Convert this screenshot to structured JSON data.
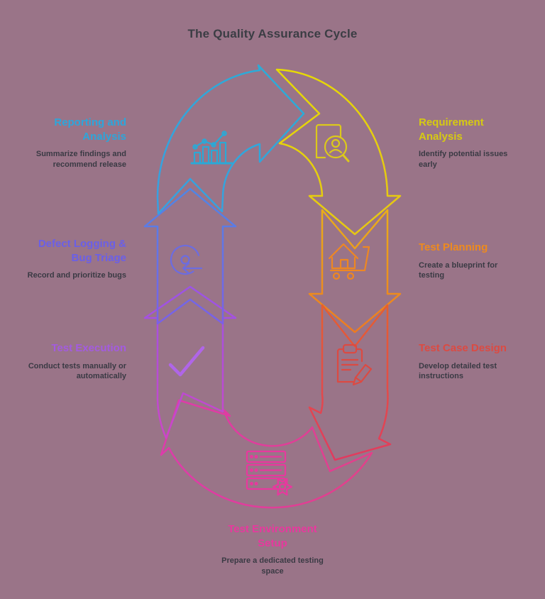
{
  "title": "The Quality Assurance Cycle",
  "diagram_type": "cycle",
  "colors": {
    "background": "#9a7488",
    "title_text": "#3b3d44",
    "description_text": "#3a3a44"
  },
  "stages": [
    {
      "label": "Requirement Analysis",
      "desc": "Identify potential issues early",
      "color": "#d6ca12",
      "icon": "document-search-icon",
      "position": "right-top"
    },
    {
      "label": "Test Planning",
      "desc": "Create a blueprint for testing",
      "color": "#ee8a1e",
      "icon": "blueprint-cart-icon",
      "position": "right-middle"
    },
    {
      "label": "Test Case Design",
      "desc": "Develop detailed test instructions",
      "color": "#dc4a42",
      "icon": "clipboard-pencil-icon",
      "position": "right-bottom"
    },
    {
      "label": "Test Environment Setup",
      "desc": "Prepare a dedicated testing space",
      "color": "#e8389e",
      "icon": "server-gear-icon",
      "position": "bottom-center"
    },
    {
      "label": "Test Execution",
      "desc": "Conduct tests manually or automatically",
      "color": "#a35be0",
      "icon": "checkmark-icon",
      "position": "left-bottom"
    },
    {
      "label": "Defect Logging & Bug Triage",
      "desc": "Record and prioritize bugs",
      "color": "#6a5fe8",
      "icon": "rotate-arrow-icon",
      "position": "left-middle"
    },
    {
      "label": "Reporting and Analysis",
      "desc": "Summarize findings and recommend release",
      "color": "#2ca6db",
      "icon": "bar-chart-icon",
      "position": "left-top"
    }
  ]
}
